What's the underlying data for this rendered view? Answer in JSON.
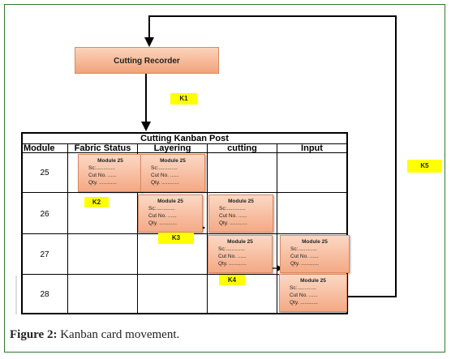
{
  "recorder_label": "Cutting Recorder",
  "k_labels": [
    "K1",
    "K2",
    "K3",
    "K4",
    "K5"
  ],
  "post": {
    "title": "Cutting Kanban Post",
    "columns": [
      "Module",
      "Fabric Status",
      "Layering",
      "cutting",
      "Input"
    ],
    "rows": [
      "25",
      "26",
      "27",
      "28"
    ]
  },
  "card": {
    "title": "Module 25",
    "line2": "Sc:.............",
    "line3": "Cut No. ......",
    "line4": "Qty. ............"
  },
  "caption": {
    "figure": "Figure 2:",
    "text": " Kanban card movement."
  }
}
